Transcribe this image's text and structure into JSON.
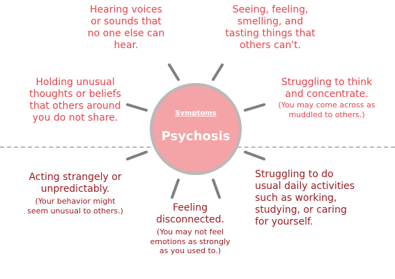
{
  "center": {
    "subtitle": "Symptoms",
    "title": "Psychosis"
  },
  "colors": {
    "upper_text": "#e8424c",
    "lower_text": "#9b1c22",
    "hub_fill": "#f4a3a6",
    "rays": "#7f7f7f",
    "divider": "#b8b8b8"
  },
  "symptoms": {
    "hearing": {
      "lines": [
        "Hearing voices",
        "or sounds that",
        "no one else can",
        "hear."
      ]
    },
    "seeing": {
      "lines": [
        "Seeing, feeling,",
        "smelling, and",
        "tasting things that",
        "others can't."
      ]
    },
    "beliefs": {
      "lines": [
        "Holding unusual",
        "thoughts or beliefs",
        "that others around",
        "you do not share."
      ]
    },
    "concentrate": {
      "lines": [
        "Struggling to think",
        "and concentrate."
      ],
      "note": [
        "(You may come across as",
        "muddled to others.)"
      ]
    },
    "acting": {
      "lines": [
        "Acting strangely or",
        "unpredictably."
      ],
      "note": [
        "(Your behavior might",
        "seem unusual to others.)"
      ]
    },
    "disconnected": {
      "lines": [
        "Feeling",
        "disconnected."
      ],
      "note": [
        "(You may not feel",
        "emotions as strongly",
        "as you used to.)"
      ]
    },
    "daily": {
      "lines": [
        "Struggling to do",
        "usual daily activities",
        "such as working,",
        "studying, or caring",
        "for yourself."
      ]
    }
  }
}
